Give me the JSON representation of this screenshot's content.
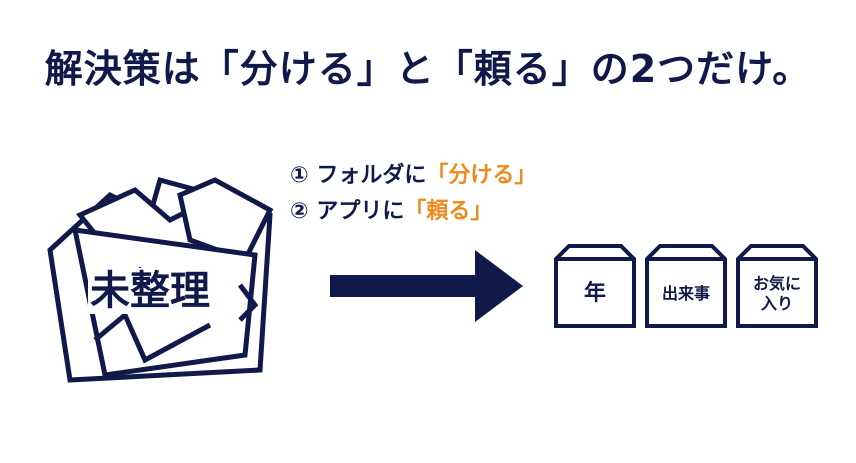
{
  "title": "解決策は「分ける」と「頼る」の2つだけ。",
  "steps": [
    {
      "number": "①",
      "text": "フォルダに",
      "highlight": "「分ける」"
    },
    {
      "number": "②",
      "text": "アプリに",
      "highlight": "「頼る」"
    }
  ],
  "messy_pile": {
    "label": "未整理"
  },
  "folders": [
    {
      "label": "年"
    },
    {
      "label": "出来事"
    },
    {
      "label": "お気に\n入り",
      "line1": "お気に",
      "line2": "入り"
    }
  ],
  "colors": {
    "navy": "#0f1a4a",
    "orange": "#ee8a1c",
    "background": "#ffffff"
  }
}
